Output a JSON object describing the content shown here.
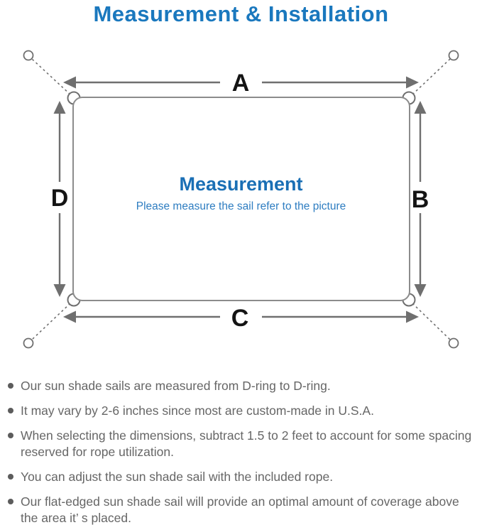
{
  "title": "Measurement & Installation",
  "diagram": {
    "center_title": "Measurement",
    "center_subtitle": "Please measure the sail refer to the picture",
    "edge_labels": {
      "top": "A",
      "right": "B",
      "bottom": "C",
      "left": "D"
    },
    "colors": {
      "title_blue": "#1a78be",
      "heading_blue": "#1a6fb5",
      "subtitle_blue": "#2e7dc1",
      "sail_outline_gray": "#8c8c8c",
      "arrow_gray": "#6f6f6f",
      "edge_label_black": "#141414",
      "note_text_gray": "#666666"
    }
  },
  "notes": [
    "Our sun shade sails are measured from D-ring to D-ring.",
    "It may vary by 2-6 inches since most are custom-made in U.S.A.",
    "When selecting the dimensions, subtract 1.5 to 2 feet to account for some spacing reserved for rope utilization.",
    "You can adjust the sun shade sail with the included rope.",
    "Our flat-edged sun shade sail will provide an optimal amount of coverage above the area it’ s placed."
  ]
}
